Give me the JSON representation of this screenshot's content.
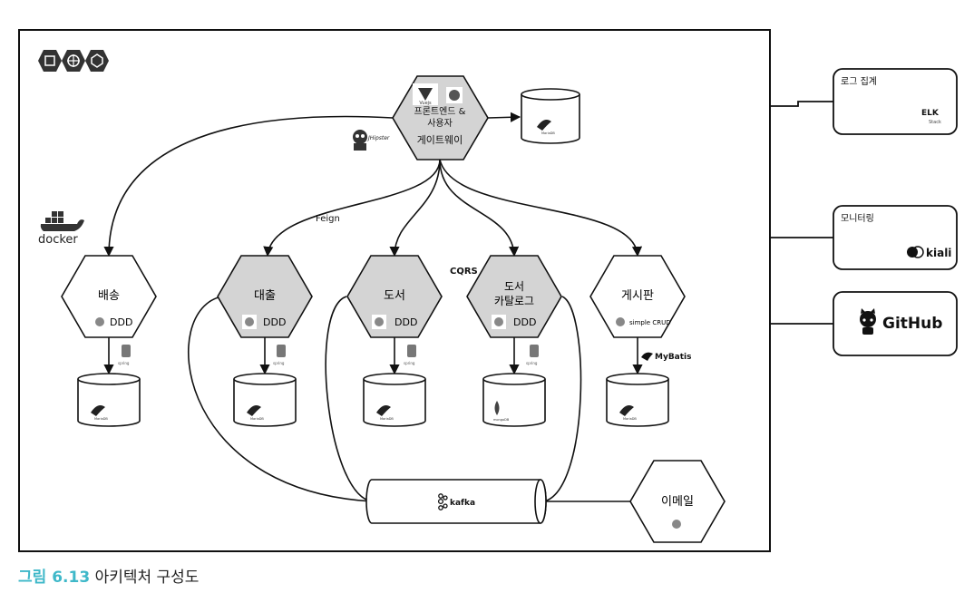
{
  "caption": {
    "number": "그림 6.13",
    "title": "아키텍처 구성도"
  },
  "gateway": {
    "line1": "프론트엔드 &",
    "line2": "사용자",
    "line3": "게이트웨이",
    "vue_label": "Vuejs"
  },
  "services": {
    "delivery": {
      "name": "배송",
      "tag": "DDD"
    },
    "rental": {
      "name": "대출",
      "tag": "DDD"
    },
    "book": {
      "name": "도서",
      "tag": "DDD"
    },
    "catalog": {
      "name1": "도서",
      "name2": "카탈로그",
      "tag": "DDD"
    },
    "board": {
      "name": "게시판",
      "tag": "simple CRUD"
    },
    "email": {
      "name": "이메일"
    }
  },
  "labels": {
    "feign": "Feign",
    "cqrs": "CQRS",
    "kafka": "kafka",
    "docker": "docker",
    "mybatis": "MyBatis",
    "jhipster": "JHipster"
  },
  "databases": {
    "mariadb": "MariaDB",
    "mongodb": "mongoDB",
    "spring": "spring"
  },
  "side_panels": {
    "logging": {
      "title": "로그 집계",
      "brand": "ELK",
      "brand_sub": "Stack"
    },
    "monitoring": {
      "title": "모니터링",
      "brand": "kiali"
    },
    "github": {
      "brand": "GitHub"
    }
  }
}
